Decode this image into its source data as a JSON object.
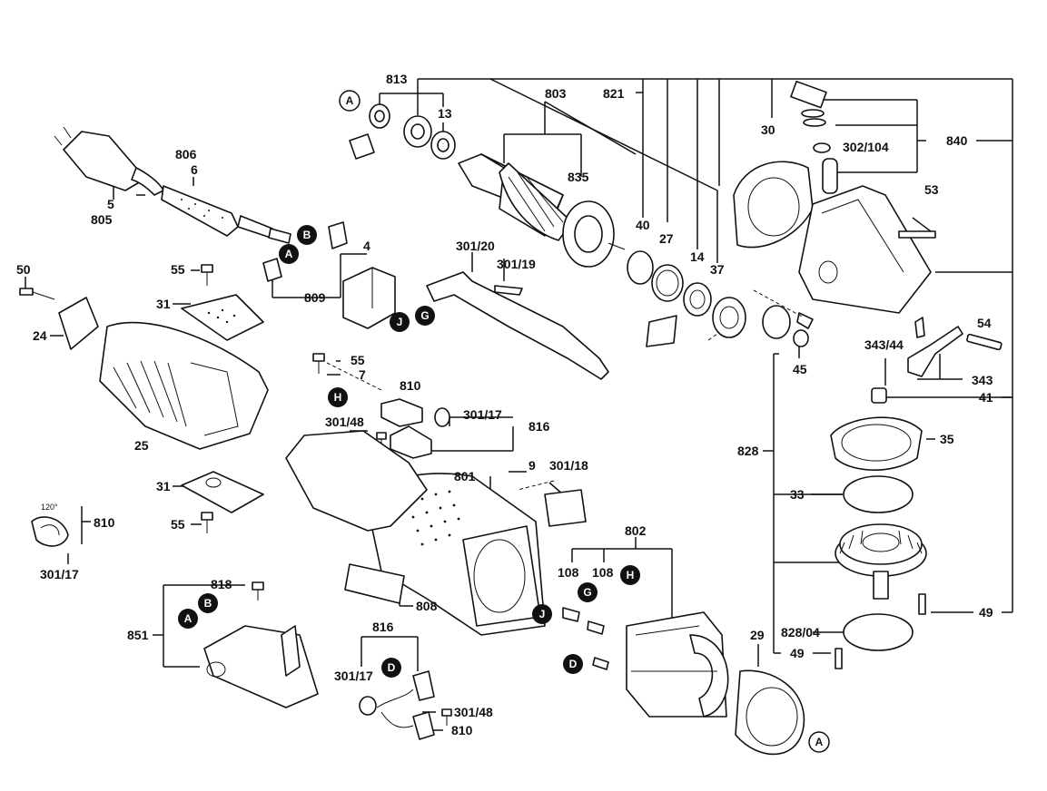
{
  "labels": {
    "l813": "813",
    "l803": "803",
    "l821": "821",
    "l13": "13",
    "l835": "835",
    "l806": "806",
    "l6": "6",
    "l5": "5",
    "l805": "805",
    "l30": "30",
    "l302_104": "302/104",
    "l840": "840",
    "l53": "53",
    "l40": "40",
    "l27": "27",
    "l14": "14",
    "l37": "37",
    "l4": "4",
    "l301_20": "301/20",
    "l301_19": "301/19",
    "l50": "50",
    "l55a": "55",
    "l809": "809",
    "l31a": "31",
    "l24": "24",
    "l54": "54",
    "l343_44": "343/44",
    "l343": "343",
    "l45": "45",
    "l41": "41",
    "l55b": "55",
    "l7": "7",
    "l810a": "810",
    "l301_17a": "301/17",
    "l816a": "816",
    "l301_48a": "301/48",
    "l25": "25",
    "l828": "828",
    "l35": "35",
    "l801": "801",
    "l9": "9",
    "l301_18": "301/18",
    "l31b": "31",
    "l33": "33",
    "l55c": "55",
    "l810b": "810",
    "l301_17b": "301/17",
    "l120": "120°",
    "l802": "802",
    "l108a": "108",
    "l108b": "108",
    "l818": "818",
    "l808": "808",
    "l851": "851",
    "l49a": "49",
    "l816b": "816",
    "l29": "29",
    "l828_04": "828/04",
    "l49b": "49",
    "l301_17c": "301/17",
    "l301_48b": "301/48",
    "l810c": "810"
  },
  "connectors": {
    "A": "A",
    "B": "B",
    "D": "D",
    "G": "G",
    "H": "H",
    "J": "J"
  }
}
